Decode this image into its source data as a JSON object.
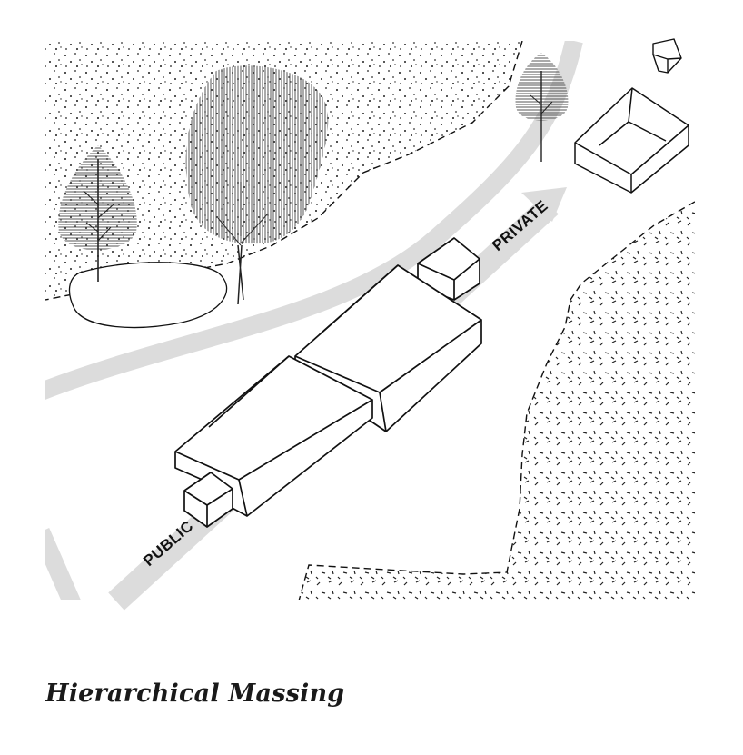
{
  "caption": "Hierarchical Massing",
  "labels": {
    "public": "PUBLIC",
    "private": "PRIVATE"
  },
  "colors": {
    "path_gray": "#dcdcdc",
    "line": "#111111",
    "tree_hatch": "#555555"
  }
}
